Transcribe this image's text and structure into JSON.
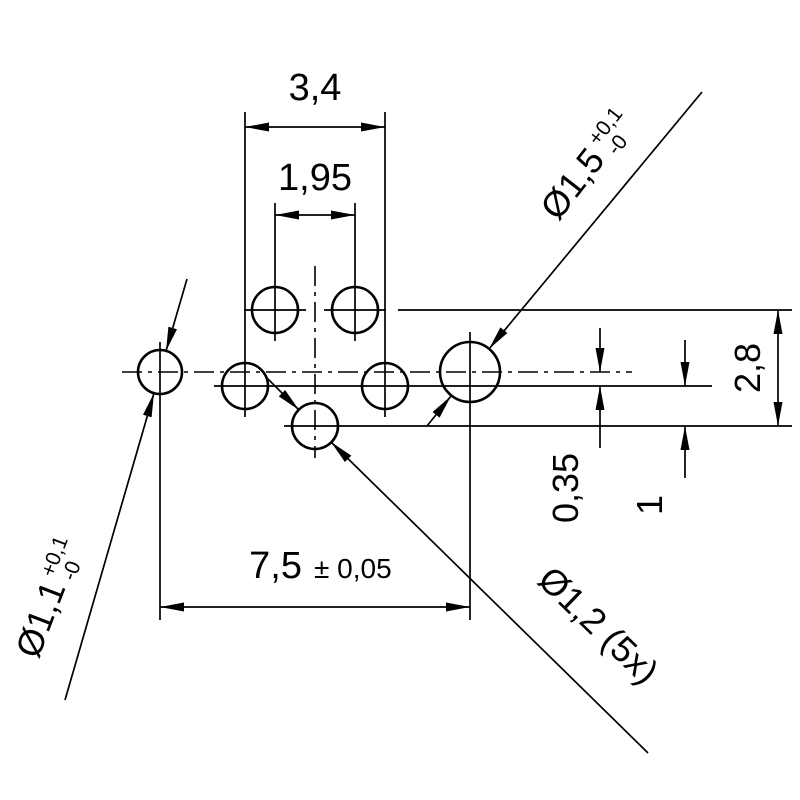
{
  "background": "#ffffff",
  "line_color": "#000000",
  "dimensions": {
    "outer_hole_spacing": "3,4",
    "inner_hole_spacing": "1,95",
    "main_spacing": "7,5",
    "main_spacing_tolerance": "± 0,05",
    "row_offset": "0,35",
    "row_gap": "1",
    "vertical_extent": "2,8"
  },
  "diameter_callouts": {
    "d15": {
      "label": "Ø1,5",
      "tol_plus": "+0,1",
      "tol_minus": "-0"
    },
    "d11": {
      "label": "Ø1,1",
      "tol_plus": "+0,1",
      "tol_minus": "-0"
    },
    "d12": {
      "label": "Ø1,2 (5x)"
    }
  }
}
